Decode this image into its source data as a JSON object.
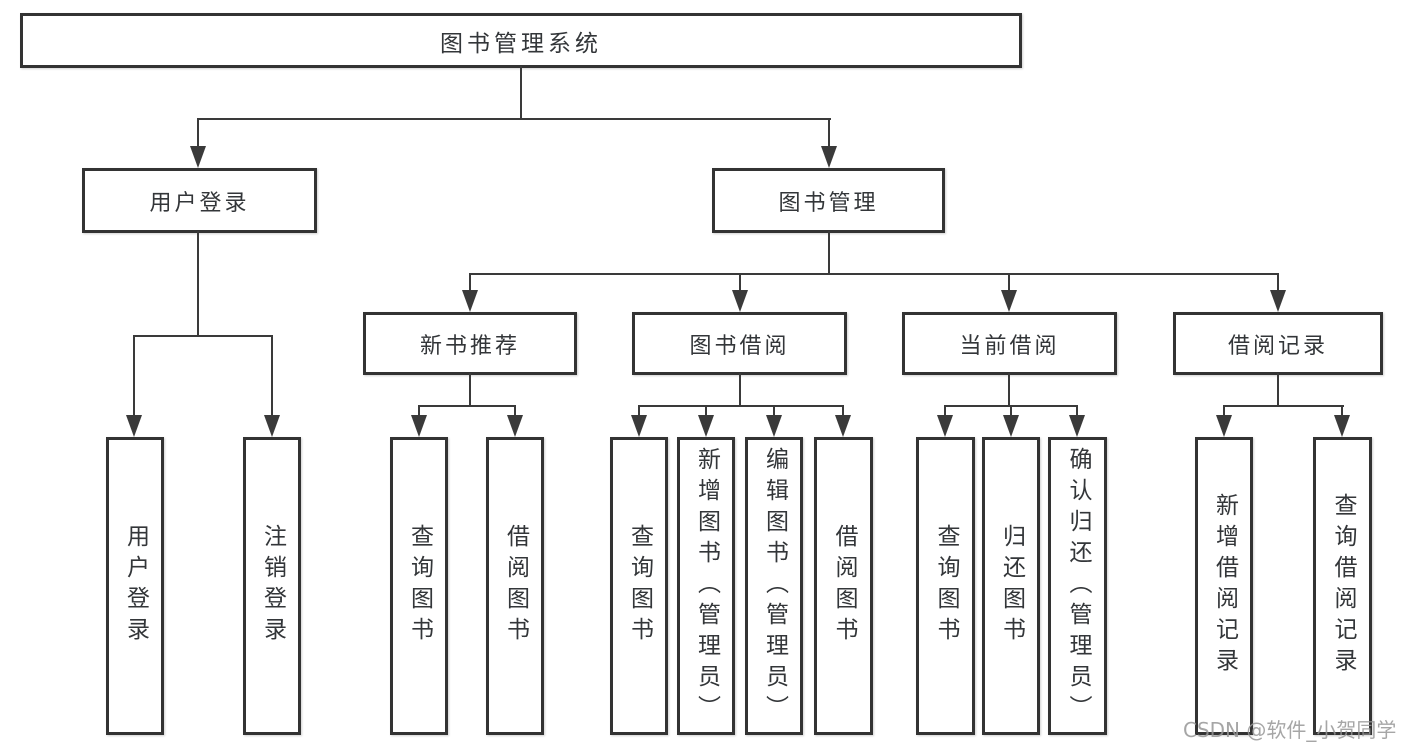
{
  "diagram": {
    "root": {
      "label": "图书管理系统",
      "children": [
        {
          "label": "用户登录",
          "children": [
            {
              "label": "用户登录"
            },
            {
              "label": "注销登录"
            }
          ]
        },
        {
          "label": "图书管理",
          "children": [
            {
              "label": "新书推荐",
              "children": [
                {
                  "label": "查询图书"
                },
                {
                  "label": "借阅图书"
                }
              ]
            },
            {
              "label": "图书借阅",
              "children": [
                {
                  "label": "查询图书"
                },
                {
                  "label": "新增图书（管理员）"
                },
                {
                  "label": "编辑图书（管理员）"
                },
                {
                  "label": "借阅图书"
                }
              ]
            },
            {
              "label": "当前借阅",
              "children": [
                {
                  "label": "查询图书"
                },
                {
                  "label": "归还图书"
                },
                {
                  "label": "确认归还（管理员）"
                }
              ]
            },
            {
              "label": "借阅记录",
              "children": [
                {
                  "label": "新增借阅记录"
                },
                {
                  "label": "查询借阅记录"
                }
              ]
            }
          ]
        }
      ]
    }
  },
  "watermark": {
    "text": "CSDN @软件_小贺同学"
  },
  "colors": {
    "box_border": "#333333",
    "connector_line": "#3a3a3a",
    "text": "#333639",
    "watermark_text": "#969696",
    "background": "#ffffff"
  }
}
